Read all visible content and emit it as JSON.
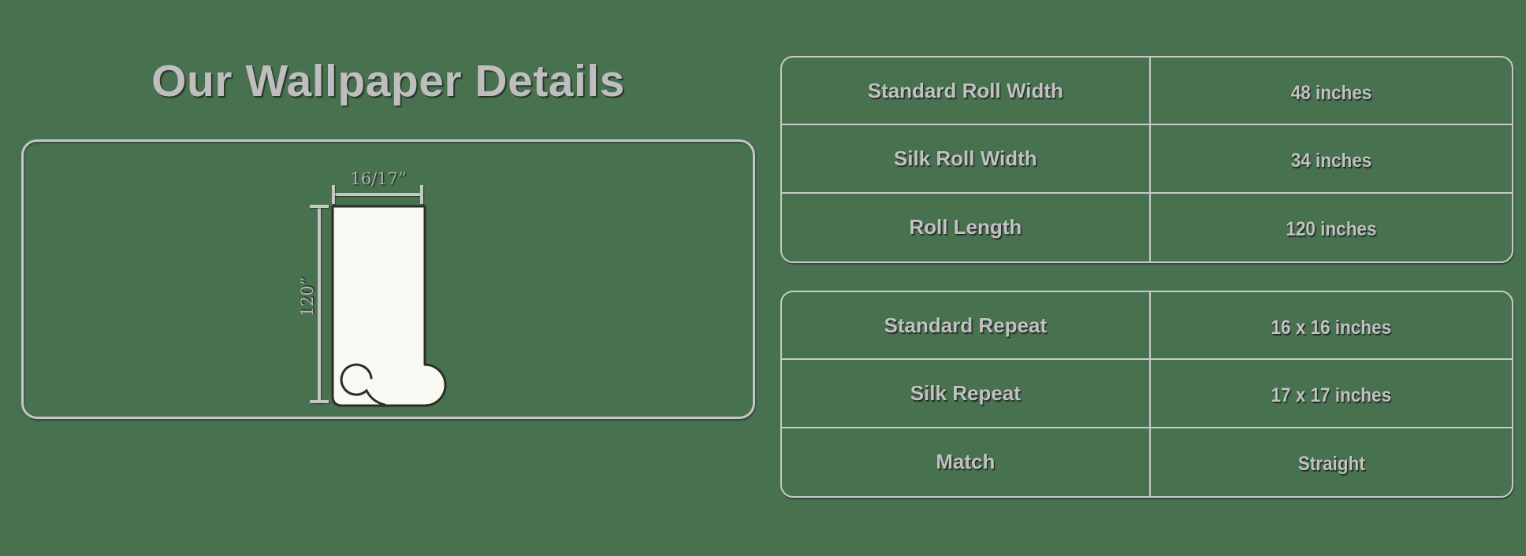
{
  "title": "Our Wallpaper Details",
  "colors": {
    "background": "#47714F",
    "panel_border": "#C6C6C6",
    "table_border": "#C9C9C9",
    "text": "#C1C1C1",
    "text_shadow": "#262626",
    "paper_fill": "#FAF8F2",
    "paper_stroke": "#2E2C29",
    "dimension_line": "#C6C6C6"
  },
  "diagram": {
    "name": "wallpaper roll with dimensions",
    "width_label": "16/17”",
    "height_label": "120”"
  },
  "tables": [
    {
      "name": "roll-dimensions",
      "rows": [
        {
          "label": "Standard Roll Width",
          "value": "48 inches"
        },
        {
          "label": "Silk Roll Width",
          "value": "34 inches"
        },
        {
          "label": "Roll Length",
          "value": "120 inches"
        }
      ]
    },
    {
      "name": "repeat-and-match",
      "rows": [
        {
          "label": "Standard Repeat",
          "value": "16 x 16 inches"
        },
        {
          "label": "Silk Repeat",
          "value": "17 x 17 inches"
        },
        {
          "label": "Match",
          "value": "Straight"
        }
      ]
    }
  ]
}
